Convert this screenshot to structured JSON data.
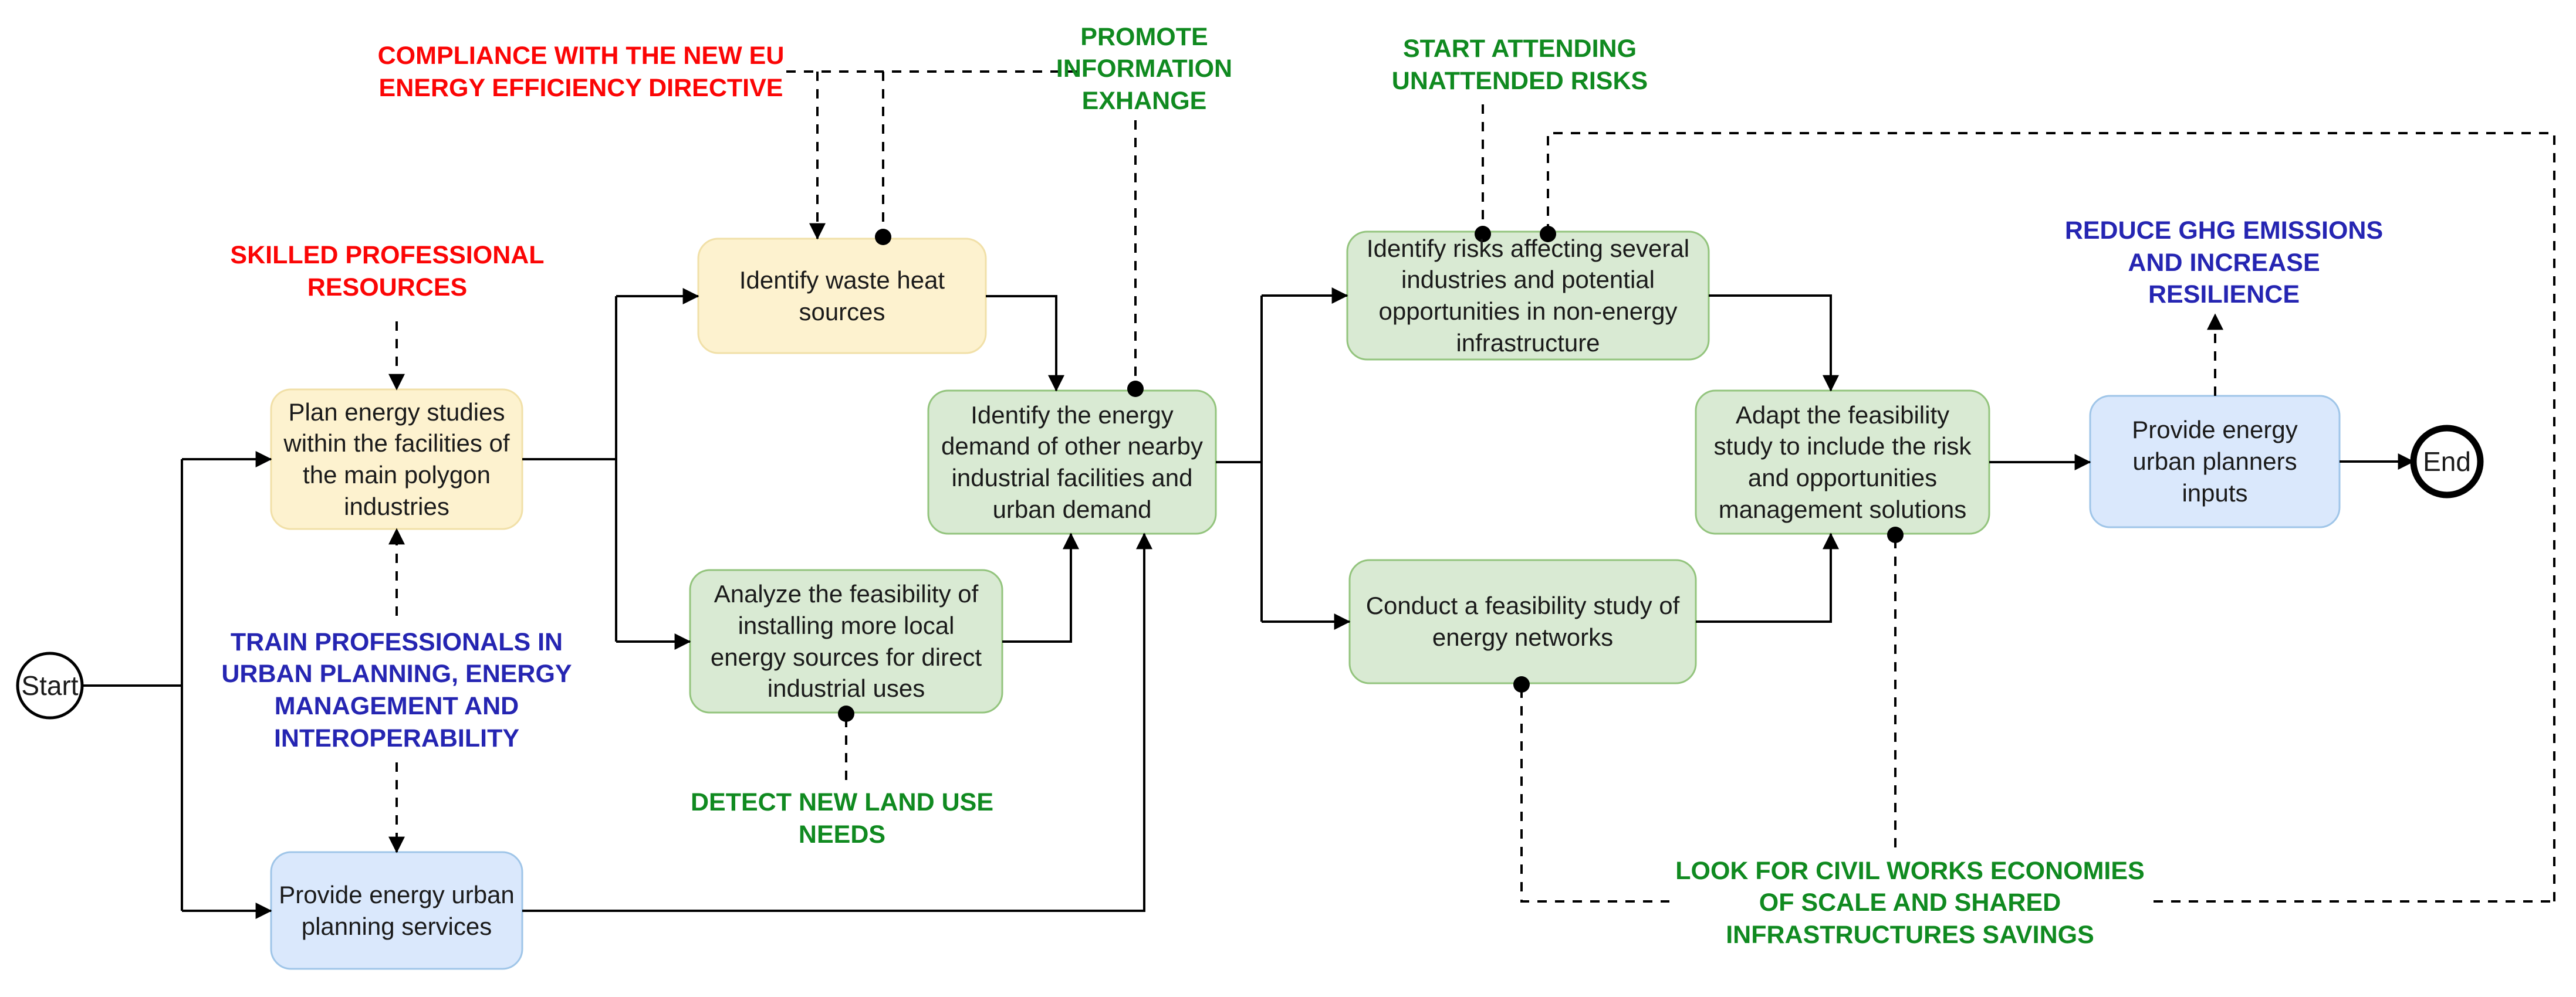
{
  "diagram": {
    "start_label": "Start",
    "end_label": "End",
    "nodes": [
      {
        "id": "plan",
        "label": "Plan energy studies within the facilities of the main polygon industries",
        "type": "yellow"
      },
      {
        "id": "waste",
        "label": "Identify waste heat sources",
        "type": "yellow"
      },
      {
        "id": "analyze",
        "label": "Analyze the feasibility of installing more local energy sources for direct industrial uses",
        "type": "green"
      },
      {
        "id": "demand",
        "label": "Identify the energy demand of other nearby industrial facilities and urban demand",
        "type": "green"
      },
      {
        "id": "risks",
        "label": "Identify risks affecting several industries and potential opportunities in non-energy infrastructure",
        "type": "green"
      },
      {
        "id": "conduct",
        "label": "Conduct a feasibility study of energy networks",
        "type": "green"
      },
      {
        "id": "adapt",
        "label": "Adapt the feasibility study to include the risk and opportunities management solutions",
        "type": "green"
      },
      {
        "id": "planners",
        "label": "Provide energy urban planners inputs",
        "type": "blue"
      },
      {
        "id": "services",
        "label": "Provide energy urban planning services",
        "type": "blue"
      }
    ],
    "annotations": [
      {
        "id": "compliance",
        "label": "COMPLIANCE WITH THE NEW EU ENERGY EFFICIENCY DIRECTIVE",
        "color": "red"
      },
      {
        "id": "skilled",
        "label": "SKILLED PROFESSIONAL RESOURCES",
        "color": "red"
      },
      {
        "id": "promote",
        "label": "PROMOTE INFORMATION EXHANGE",
        "color": "green"
      },
      {
        "id": "start_attending",
        "label": "START ATTENDING UNATTENDED RISKS",
        "color": "green"
      },
      {
        "id": "reduce",
        "label": "REDUCE GHG EMISSIONS AND INCREASE RESILIENCE",
        "color": "blue"
      },
      {
        "id": "train",
        "label": "TRAIN PROFESSIONALS IN URBAN PLANNING, ENERGY MANAGEMENT AND INTEROPERABILITY",
        "color": "blue"
      },
      {
        "id": "detect",
        "label": "DETECT NEW LAND USE NEEDS",
        "color": "green"
      },
      {
        "id": "look",
        "label": "LOOK FOR CIVIL WORKS ECONOMIES OF SCALE AND SHARED INFRASTRUCTURES SAVINGS",
        "color": "green"
      }
    ],
    "colors": {
      "yellow_fill": "#fdf2cf",
      "yellow_border": "#f1e0a8",
      "green_fill": "#d9ead3",
      "green_border": "#93c47d",
      "blue_fill": "#dae8fc",
      "blue_border": "#9fc5e8",
      "red_text": "#fb0505",
      "green_text": "#108a20",
      "blue_text": "#2525b2",
      "line": "#000000"
    }
  }
}
